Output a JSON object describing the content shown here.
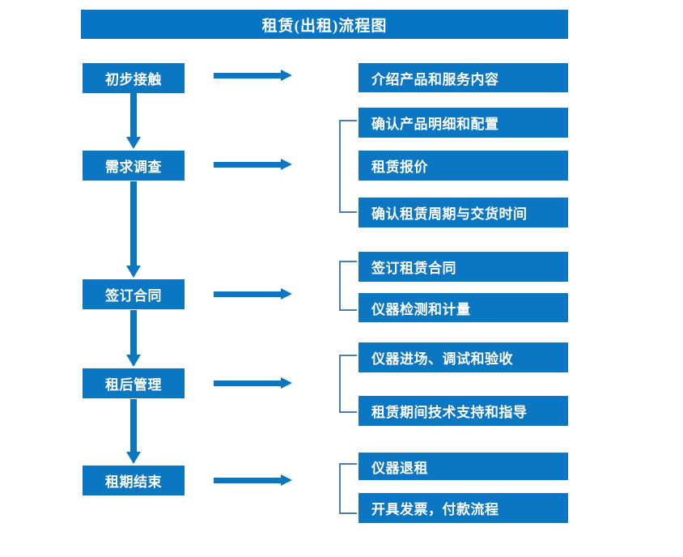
{
  "diagram": {
    "title": "租赁(出租)流程图",
    "accent_color": "#0B76C2",
    "title_bar_color": "#0775C4",
    "bracket_color": "#4A7FB5",
    "arrow_color": "#0B76C2",
    "text_color": "#FFFFFF",
    "background_color": "#FFFFFF"
  },
  "stages": [
    {
      "label": "初步接触"
    },
    {
      "label": "需求调查"
    },
    {
      "label": "签订合同"
    },
    {
      "label": "租后管理"
    },
    {
      "label": "租期结束"
    }
  ],
  "details": [
    {
      "label": "介绍产品和服务内容"
    },
    {
      "label": "确认产品明细和配置"
    },
    {
      "label": "租赁报价"
    },
    {
      "label": "确认租赁周期与交货时间"
    },
    {
      "label": "签订租赁合同"
    },
    {
      "label": "仪器检测和计量"
    },
    {
      "label": "仪器进场、调试和验收"
    },
    {
      "label": "租赁期间技术支持和指导"
    },
    {
      "label": "仪器退租"
    },
    {
      "label": "开具发票，付款流程"
    }
  ],
  "connectors": {
    "horizontal_arrows": 5,
    "vertical_arrows": 4,
    "brackets": 4
  }
}
